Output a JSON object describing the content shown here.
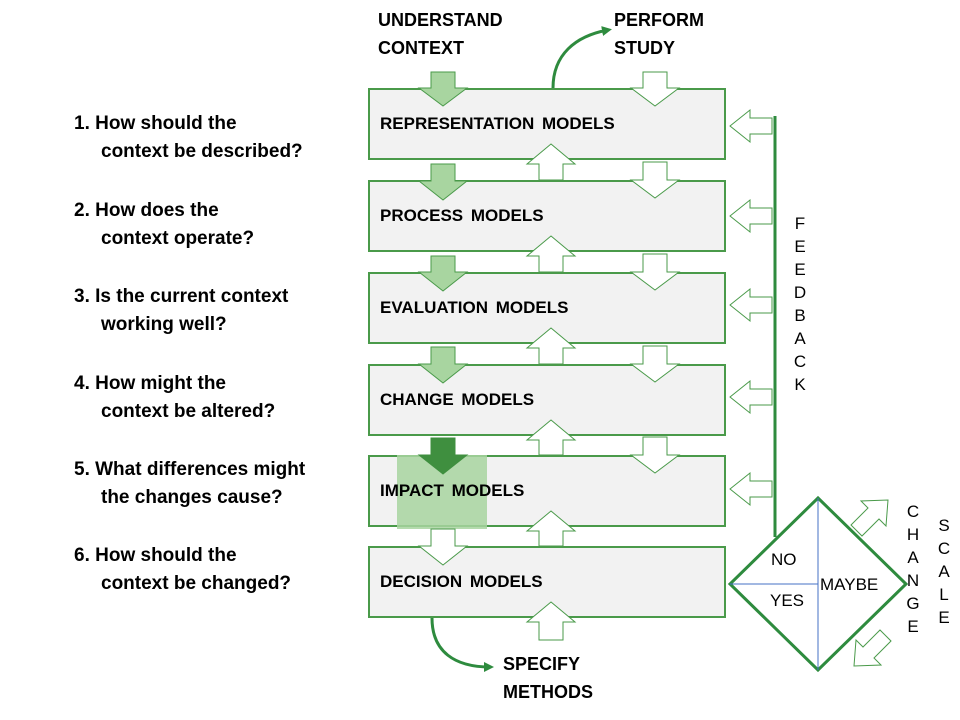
{
  "top_labels": {
    "understand": "UNDERSTAND CONTEXT",
    "perform": "PERFORM STUDY"
  },
  "bottom_label": "SPECIFY METHODS",
  "models": [
    "REPRESENTATION  MODELS",
    "PROCESS  MODELS",
    "EVALUATION  MODELS",
    "CHANGE  MODELS",
    "IMPACT MODELS",
    "DECISION  MODELS"
  ],
  "questions": [
    {
      "line1": "1. How should the",
      "line2": "context be described?"
    },
    {
      "line1": "2.  How does the",
      "line2": "context operate?"
    },
    {
      "line1": "3.  Is the current context",
      "line2": "working well?"
    },
    {
      "line1": "4.  How might the",
      "line2": "context be altered?"
    },
    {
      "line1": "5.  What differences might",
      "line2": "the changes cause?"
    },
    {
      "line1": "6.  How should the",
      "line2": "context be changed?"
    }
  ],
  "feedback_letters": [
    "F",
    "E",
    "E",
    "D",
    "B",
    "A",
    "C",
    "K"
  ],
  "change_letters": [
    "C",
    "H",
    "A",
    "N",
    "G",
    "E"
  ],
  "scale_letters": [
    "S",
    "C",
    "A",
    "L",
    "E"
  ],
  "diamond": {
    "no": "NO",
    "yes": "YES",
    "maybe": "MAYBE"
  },
  "colors": {
    "green": "#2e8b3e",
    "light_green": "#a8d5a0",
    "dark_green": "#3f8f3f",
    "box_fill": "#f2f2f2"
  }
}
